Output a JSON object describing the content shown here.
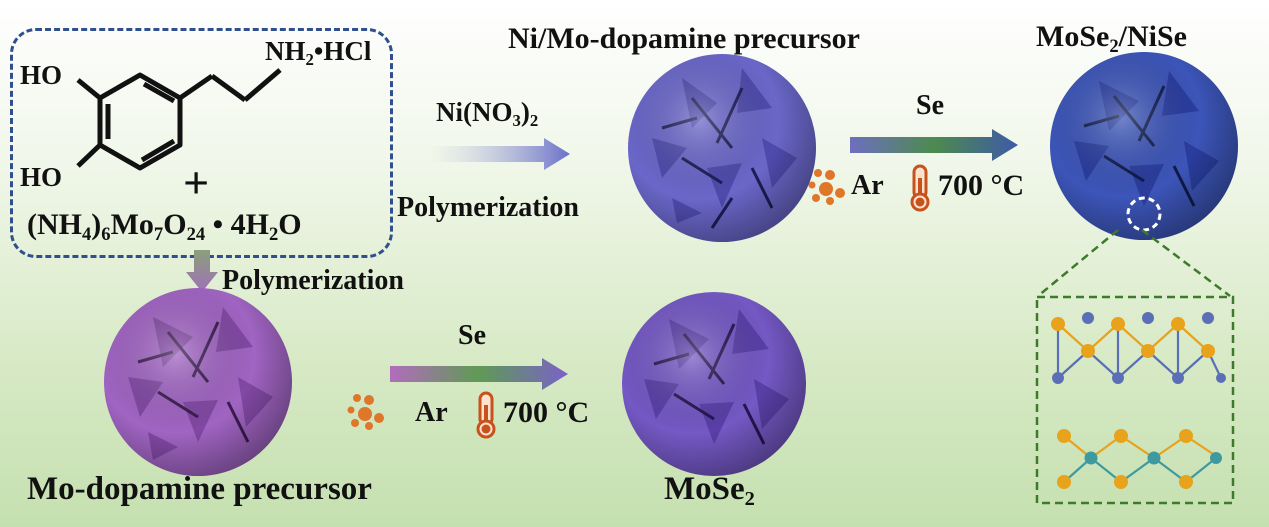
{
  "reactants": {
    "ho_top": "HO",
    "ho_bottom": "HO",
    "amine": "NH",
    "amine_sub": "2",
    "amine_salt": "•HCl",
    "plus": "+",
    "salt_a": "(NH",
    "salt_b": ")",
    "salt_c": "Mo",
    "salt_d": "O",
    "salt_e": " • 4H",
    "salt_f": "O",
    "salt_sub_1": "4",
    "salt_sub_2": "6",
    "salt_sub_3": "7",
    "salt_sub_4": "24",
    "salt_sub_5": "2"
  },
  "steps": {
    "nickel_a": "Ni(NO",
    "nickel_b": ")",
    "nickel_sub_1": "3",
    "nickel_sub_2": "2",
    "polymerization_top": "Polymerization",
    "polymerization_down": "Polymerization",
    "se_top": "Se",
    "ar_top": "Ar",
    "temp_top": "700 °C",
    "se_bottom": "Se",
    "ar_bottom": "Ar",
    "temp_bottom": "700 °C"
  },
  "products": {
    "nimo_precursor": "Ni/Mo-dopamine precursor",
    "mose2_nise_a": "MoSe",
    "mose2_nise_sub": "2",
    "mose2_nise_b": "/NiSe",
    "mo_precursor": "Mo-dopamine precursor",
    "mose2_a": "MoSe",
    "mose2_sub": "2"
  },
  "colors": {
    "box_border": "#2f4f8f",
    "nimo_sphere": "#6a67c9",
    "nise_sphere": "#3c55b8",
    "mo_sphere": "#a064c2",
    "mose2_sphere": "#7458c4",
    "se_dot": "#e0762a",
    "atom_orange": "#e8a21c",
    "atom_blue": "#5a6fb5",
    "atom_teal": "#3f9aa0"
  }
}
